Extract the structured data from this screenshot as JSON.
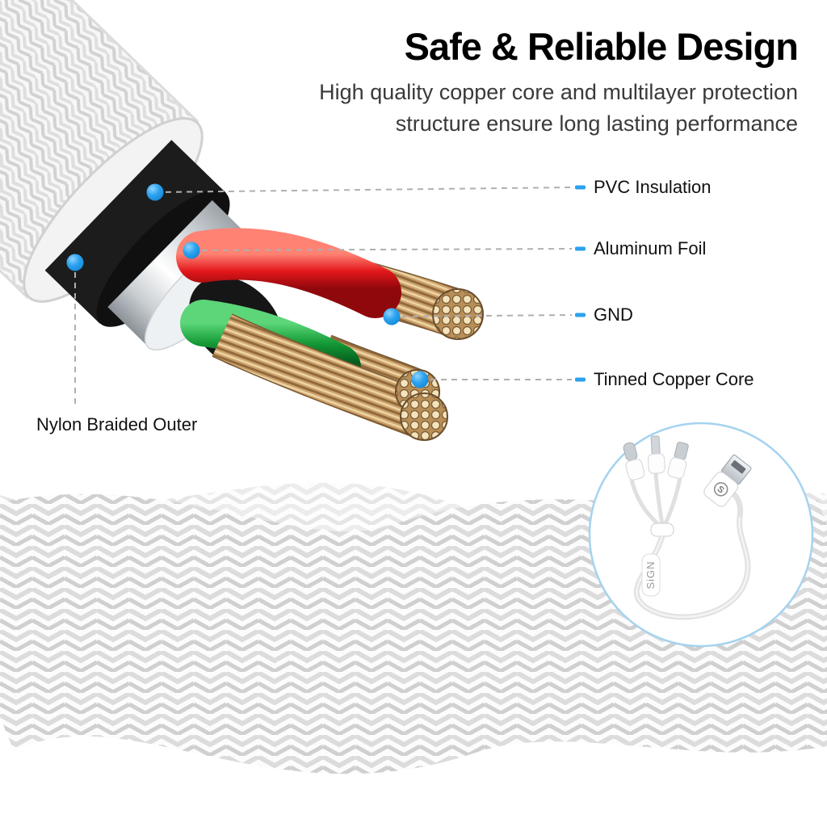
{
  "header": {
    "title": "Safe & Reliable Design",
    "subtitle_line1": "High quality copper core and multilayer protection",
    "subtitle_line2": "structure ensure long lasting performance"
  },
  "callouts": [
    {
      "label": "PVC Insulation"
    },
    {
      "label": "Aluminum Foil"
    },
    {
      "label": "GND"
    },
    {
      "label": "Tinned Copper Core"
    },
    {
      "label": "Nylon Braided Outer"
    }
  ],
  "inset": {
    "brand": "SiGN",
    "logo_letter": "S"
  },
  "colors": {
    "accent_blue": "#2BA2EF",
    "inset_ring_blue": "#A5D3EF",
    "wire_red": "#E3171B",
    "wire_green": "#149A36",
    "copper_tan": "#CFA168",
    "pvc_black": "#1A1A1A",
    "foil_silver": "#D4D9DC"
  }
}
